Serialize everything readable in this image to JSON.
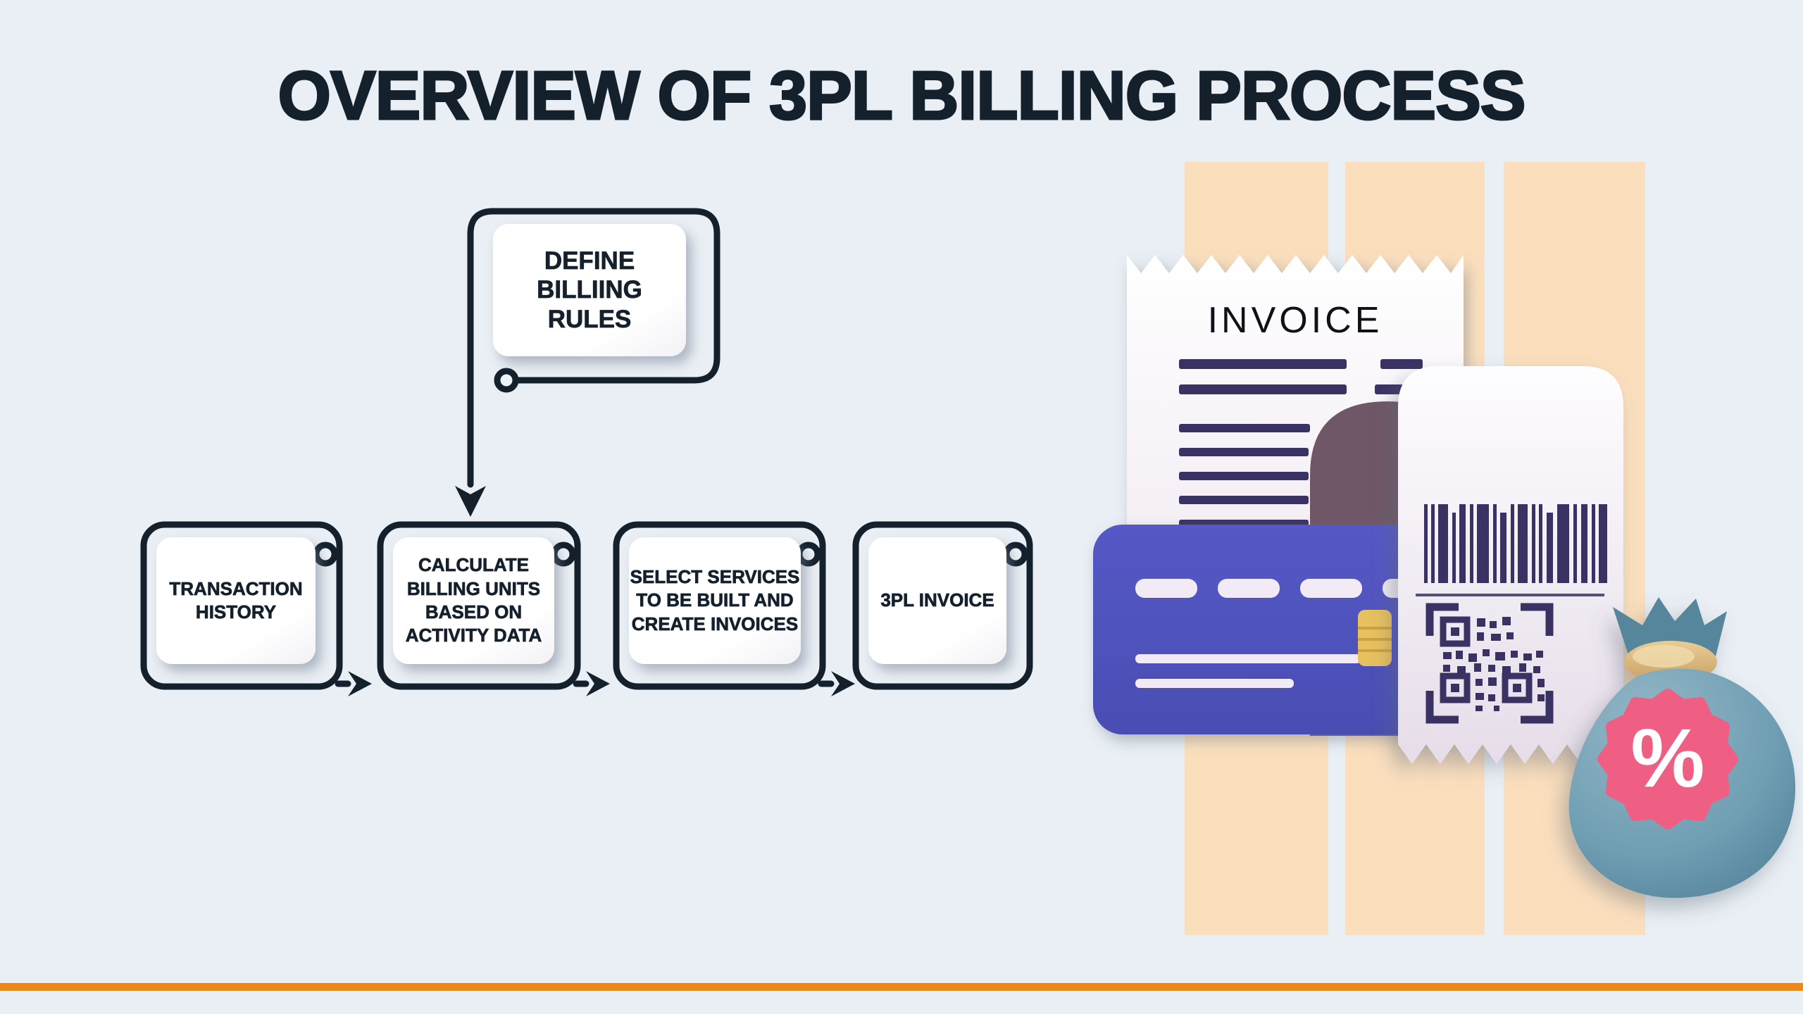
{
  "title": "OVERVIEW OF 3PL BILLING PROCESS",
  "flowchart": {
    "top_box": {
      "label": "DEFINE\nBILLIING\nRULES"
    },
    "steps": [
      {
        "label": "TRANSACTION\nHISTORY"
      },
      {
        "label": "CALCULATE\nBILLING UNITS\nBASED ON\nACTIVITY DATA"
      },
      {
        "label": "SELECT SERVICES\nTO BE BUILT AND\nCREATE INVOICES"
      },
      {
        "label": "3PL INVOICE"
      }
    ]
  },
  "illustration": {
    "invoice_title": "INVOICE",
    "percent_symbol": "%"
  },
  "colors": {
    "background": "#E9EFF4",
    "ink": "#14202C",
    "stripe_peach": "#FBDFBD",
    "accent_orange": "#E8891E",
    "detail_navy": "#3A3263",
    "card_indigo": "#5053BE",
    "arch_mauve": "#6F5767",
    "bag_teal": "#5D8CA3",
    "badge_pink": "#EF5F84",
    "chip_gold": "#E7C05F"
  }
}
